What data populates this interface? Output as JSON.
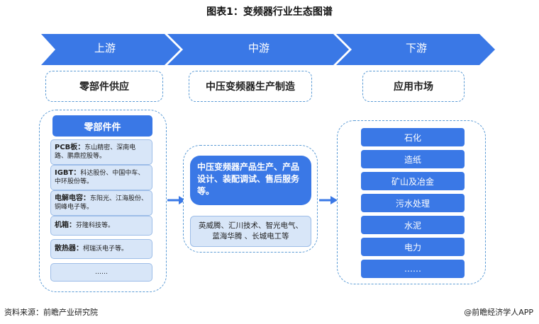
{
  "title": "图表1：变频器行业生态图谱",
  "stages": [
    {
      "label": "上游",
      "heading": "零部件供应"
    },
    {
      "label": "中游",
      "heading": "中压变频器生产制造"
    },
    {
      "label": "下游",
      "heading": "应用市场"
    }
  ],
  "upstream": {
    "header": "零部件件",
    "items": [
      {
        "name": "PCB板：",
        "detail": "东山精密、深南电路、鹏鼎控股等。"
      },
      {
        "name": "IGBT：",
        "detail": "科达股份、中国中车、中环股份等。"
      },
      {
        "name": "电解电容：",
        "detail": "东阳光、江海股份、铜峰电子等。"
      },
      {
        "name": "机箱：",
        "detail": "芬隆科技等。"
      },
      {
        "name": "散热器：",
        "detail": "柯瑞沃电子等。"
      },
      {
        "name": "……",
        "detail": ""
      }
    ]
  },
  "midstream": {
    "main": "中压变频器产品生产、产品设计、装配调试、售后服务等。",
    "companies": "英威腾、汇川技术、智光电气、蓝海华腾 、长城电工等"
  },
  "downstream": {
    "items": [
      "石化",
      "造纸",
      "矿山及冶金",
      "污水处理",
      "水泥",
      "电力",
      "……"
    ]
  },
  "footer": {
    "source": "资料来源：前瞻产业研究院",
    "brand": "@前瞻经济学人APP"
  },
  "colors": {
    "chevron": "#3a78e6",
    "box_blue": "#3a78e6",
    "box_light": "#d8e6f8",
    "dashed_border": "#5b9bd5"
  }
}
